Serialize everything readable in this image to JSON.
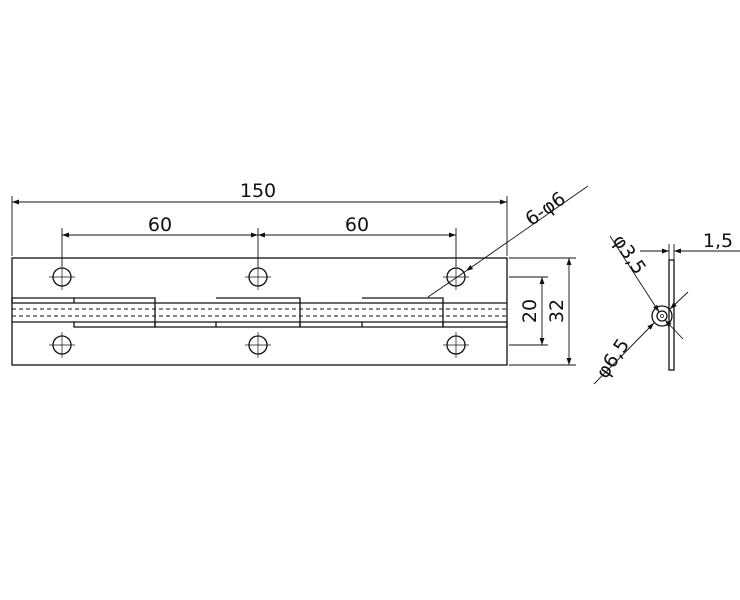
{
  "dimensions": {
    "overall_length": "150",
    "hole_spacing_left": "60",
    "hole_spacing_right": "60",
    "holes": "6-φ6",
    "pin_span": "20",
    "width": "32",
    "thickness": "1,5",
    "pin_diameter": "φ3,5",
    "knuckle_diameter": "φ6,5"
  }
}
